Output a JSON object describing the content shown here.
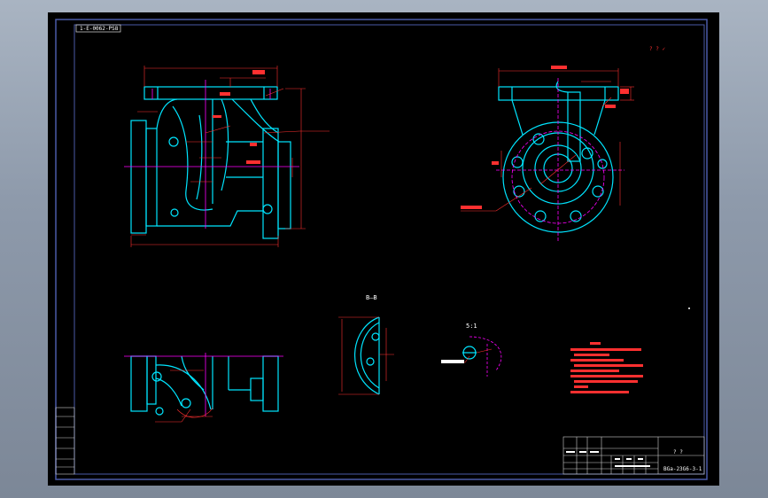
{
  "colors": {
    "background": "#000000",
    "frame": "#4a5aa8",
    "outline": "#00e5ff",
    "centerline": "#ff00ff",
    "dimension": "#ff3030",
    "text": "#ffffff"
  },
  "drawing": {
    "top_left_code": "1-E-0062-PS8",
    "section_label": "B—B",
    "detail_label": "5:1",
    "top_right_note": "? ? ✓",
    "drawing_number": "BGa-23G6-3-1",
    "title_block_name": "? ?"
  }
}
